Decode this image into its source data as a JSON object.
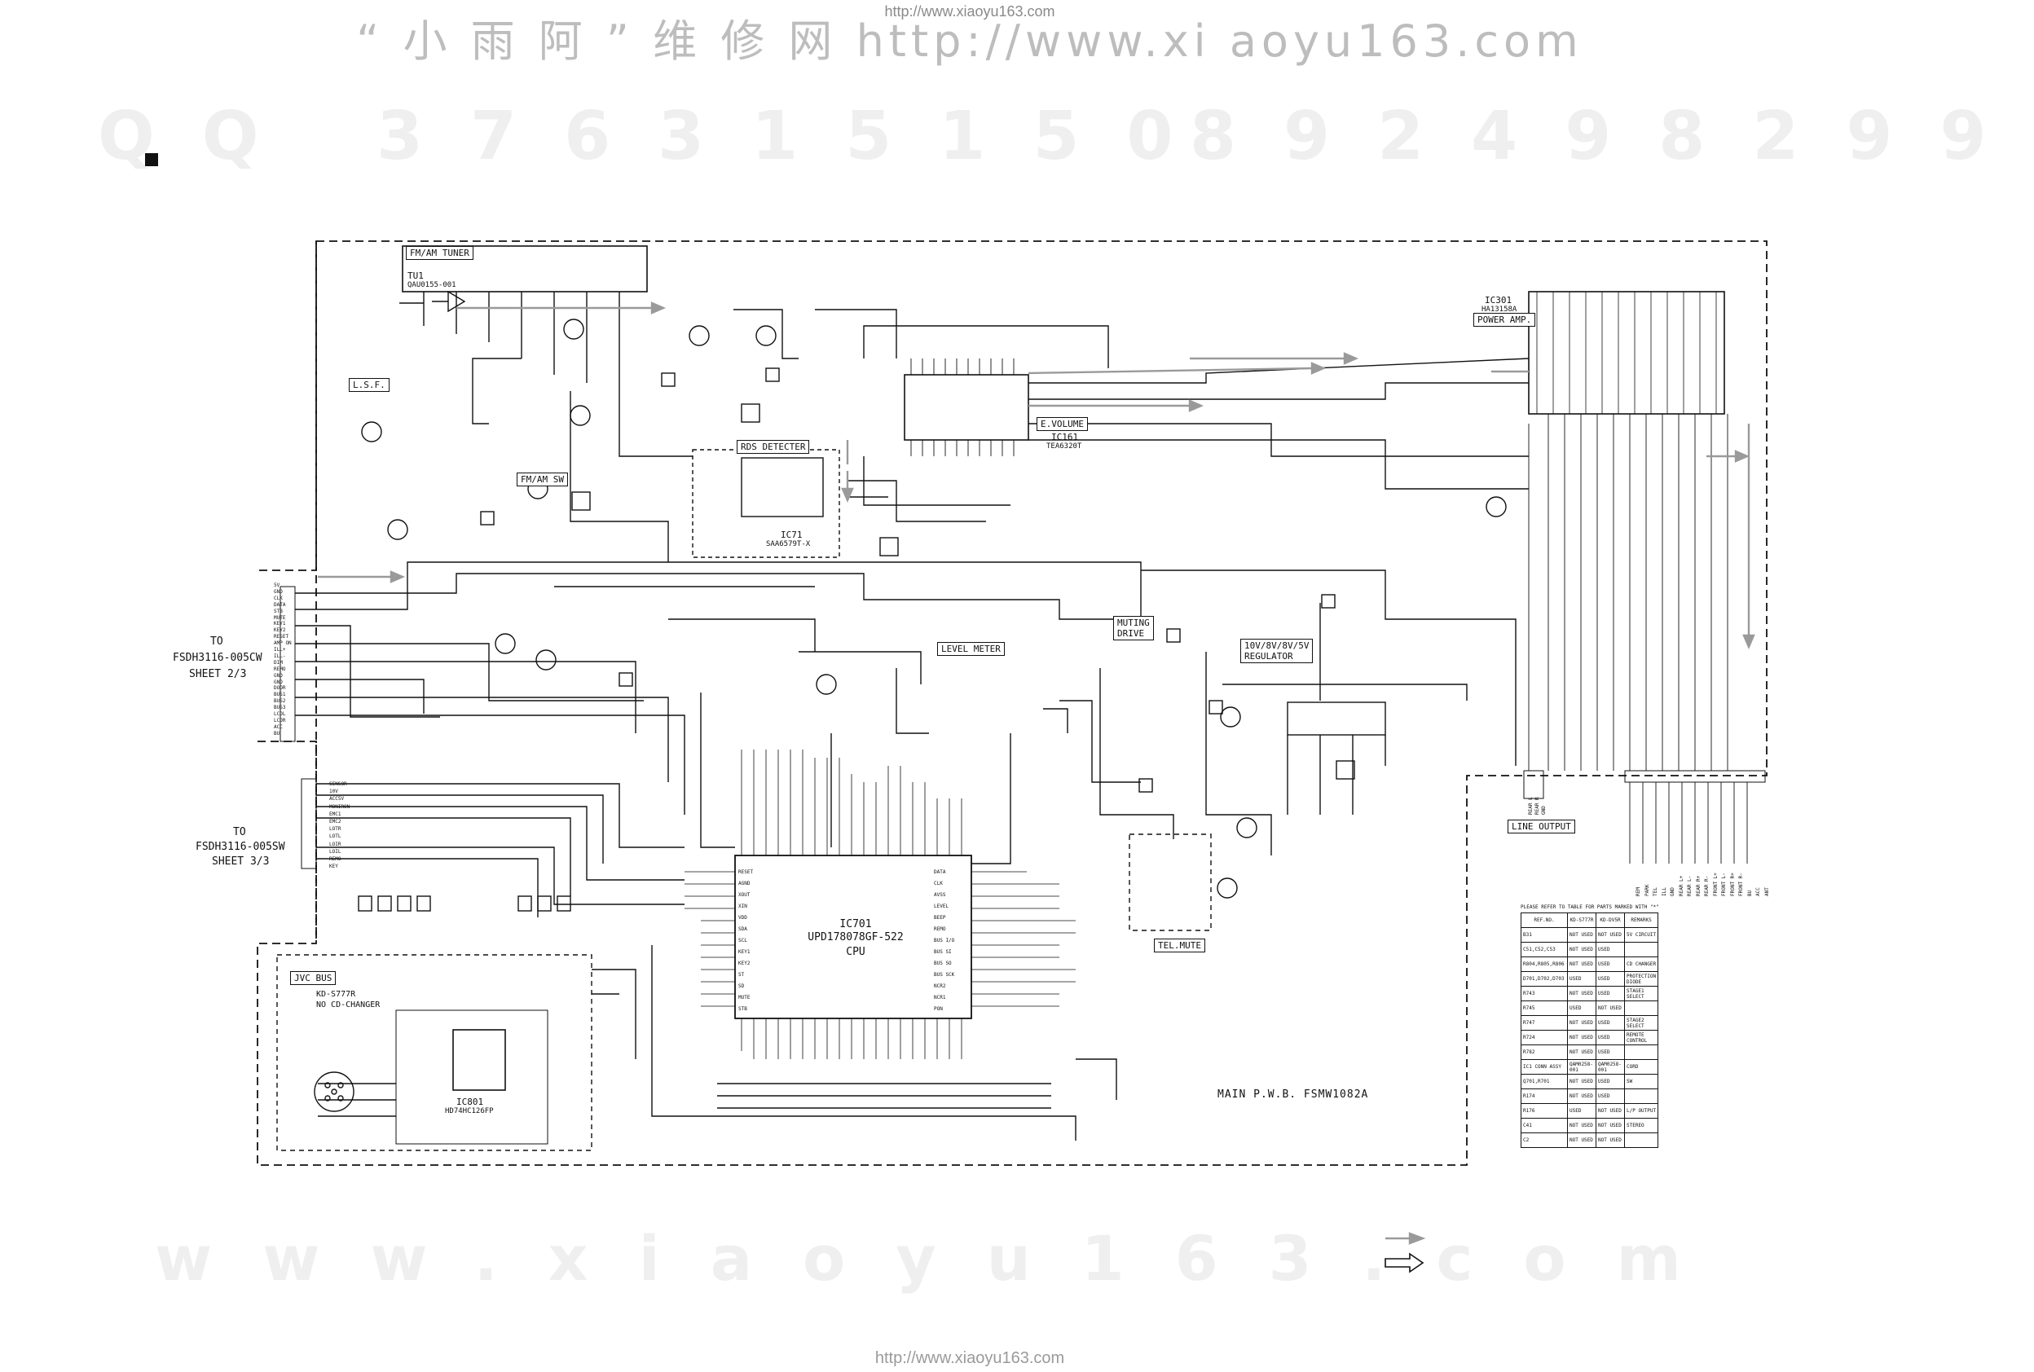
{
  "watermarks": {
    "top_title": "“ 小 雨 阿 ” 维 修 网  http://www.xi aoyu163.com",
    "top_url": "http://www.xiaoyu163.com",
    "bottom_url": "http://www.xiaoyu163.com",
    "qq_left": "QQ 376315150",
    "qq_right": "892498299",
    "bottom_site": "www.xiaoyu163.com"
  },
  "blocks": {
    "tuner": "FM/AM\nTUNER",
    "tuner_ref": "TU1",
    "tuner_part": "QAU0155-001",
    "lsf": "L.S.F.",
    "fm_am_sw": "FM/AM SW",
    "rds_detecter": "RDS DETECTER",
    "rds_ic": "IC71",
    "rds_ic_part": "SAA6579T-X",
    "e_volume": "E.VOLUME",
    "evol_ic": "IC161",
    "evol_ic_part": "TEA6320T",
    "power_amp": "POWER AMP.",
    "pa_ic": "IC301",
    "pa_ic_part": "HA13158A",
    "level_meter": "LEVEL METER",
    "muting_drive": "MUTING\nDRIVE",
    "regulator": "10V/8V/8V/5V\nREGULATOR",
    "line_output": "LINE OUTPUT",
    "tel_mute": "TEL.MUTE",
    "jvc_bus": "JVC BUS",
    "jvc_note": "KD-S777R\nNO CD-CHANGER",
    "cpu_ic": "IC701",
    "cpu_part": "UPD178078GF-522",
    "cpu_label": "CPU",
    "bus_ic": "IC801",
    "bus_ic_part": "HD74HC126FP",
    "main_pwb": "MAIN P.W.B. FSMW1082A"
  },
  "sheet_refs": [
    {
      "to": "TO",
      "ref": "FSDH3116-005CW",
      "sheet": "SHEET 2/3"
    },
    {
      "to": "TO",
      "ref": "FSDH3116-005SW",
      "sheet": "SHEET 3/3"
    }
  ],
  "parts_table": {
    "note": "PLEASE REFER TO TABLE FOR PARTS MARKED WITH \"*\"",
    "headers": [
      "REF.NO.",
      "KD-S777R",
      "KD-DV5R",
      "REMARKS"
    ],
    "rows": [
      [
        "B31",
        "NOT USED",
        "NOT USED",
        "5V CIRCUIT"
      ],
      [
        "C51,C52,C53",
        "NOT USED",
        "USED",
        ""
      ],
      [
        "R804,R805,R806",
        "NOT USED",
        "USED",
        "CD CHANGER"
      ],
      [
        "D701,D702,D703",
        "USED",
        "USED",
        "PROTECTION DIODE"
      ],
      [
        "R743",
        "NOT USED",
        "USED",
        "STAGE1 SELECT"
      ],
      [
        "R745",
        "USED",
        "NOT USED",
        ""
      ],
      [
        "R747",
        "NOT USED",
        "USED",
        "STAGE2 SELECT"
      ],
      [
        "R724",
        "NOT USED",
        "USED",
        "REMOTE CONTROL"
      ],
      [
        "R782",
        "NOT USED",
        "USED",
        ""
      ],
      [
        "IC1 CONN ASSY",
        "QAM0258-001",
        "QAM0258-001",
        "CORD"
      ],
      [
        "Q701,R701",
        "NOT USED",
        "USED",
        "SW"
      ],
      [
        "R174",
        "NOT USED",
        "USED",
        ""
      ],
      [
        "R176",
        "USED",
        "NOT USED",
        "L/P OUTPUT"
      ],
      [
        "C41",
        "NOT USED",
        "NOT USED",
        "STEREO"
      ],
      [
        "C2",
        "NOT USED",
        "NOT USED",
        ""
      ]
    ]
  },
  "cpu_pin_labels": [
    "RESET",
    "AGND",
    "XOUT",
    "XIN",
    "VDD",
    "SDA",
    "SCL",
    "KEY1",
    "KEY2",
    "ST",
    "SD",
    "MUTE",
    "STB",
    "DATA",
    "CLK",
    "AVSS",
    "LEVEL",
    "BEEP",
    "REMO",
    "BUS I/O",
    "BUS SI",
    "BUS SO",
    "BUS SCK",
    "NCR2",
    "NCR1",
    "PON"
  ],
  "left_connector_top": [
    "5V",
    "GND",
    "CLK",
    "DATA",
    "STB",
    "MUTE",
    "KEY1",
    "KEY2",
    "RESET",
    "AMP ON",
    "ILL+",
    "ILL-",
    "DIM",
    "REMO",
    "GND",
    "GND",
    "DOOR",
    "BUS1",
    "BUS2",
    "BUS3",
    "LCDL",
    "LCDR",
    "ACC",
    "BU"
  ],
  "left_connector_bottom": [
    "SENSOR",
    "10V",
    "ACC5V",
    "MONIRON",
    "EMC1",
    "EMC2",
    "LOTR",
    "LOTL",
    "LOIR",
    "LOIL",
    "REMO",
    "KEY"
  ],
  "right_connector": [
    "REM",
    "PARK",
    "TEL",
    "ILL",
    "GND",
    "REAR L+",
    "REAR L-",
    "REAR R+",
    "REAR R-",
    "FRONT L+",
    "FRONT L-",
    "FRONT R+",
    "FRONT R-",
    "BU",
    "ACC",
    "ANT"
  ],
  "line_output_labels": [
    "REAR L",
    "REAR R",
    "GND"
  ],
  "colors": {
    "ink": "#111111",
    "signal_arrow": "#9a9a9a",
    "watermark": "#bdbdbd"
  }
}
